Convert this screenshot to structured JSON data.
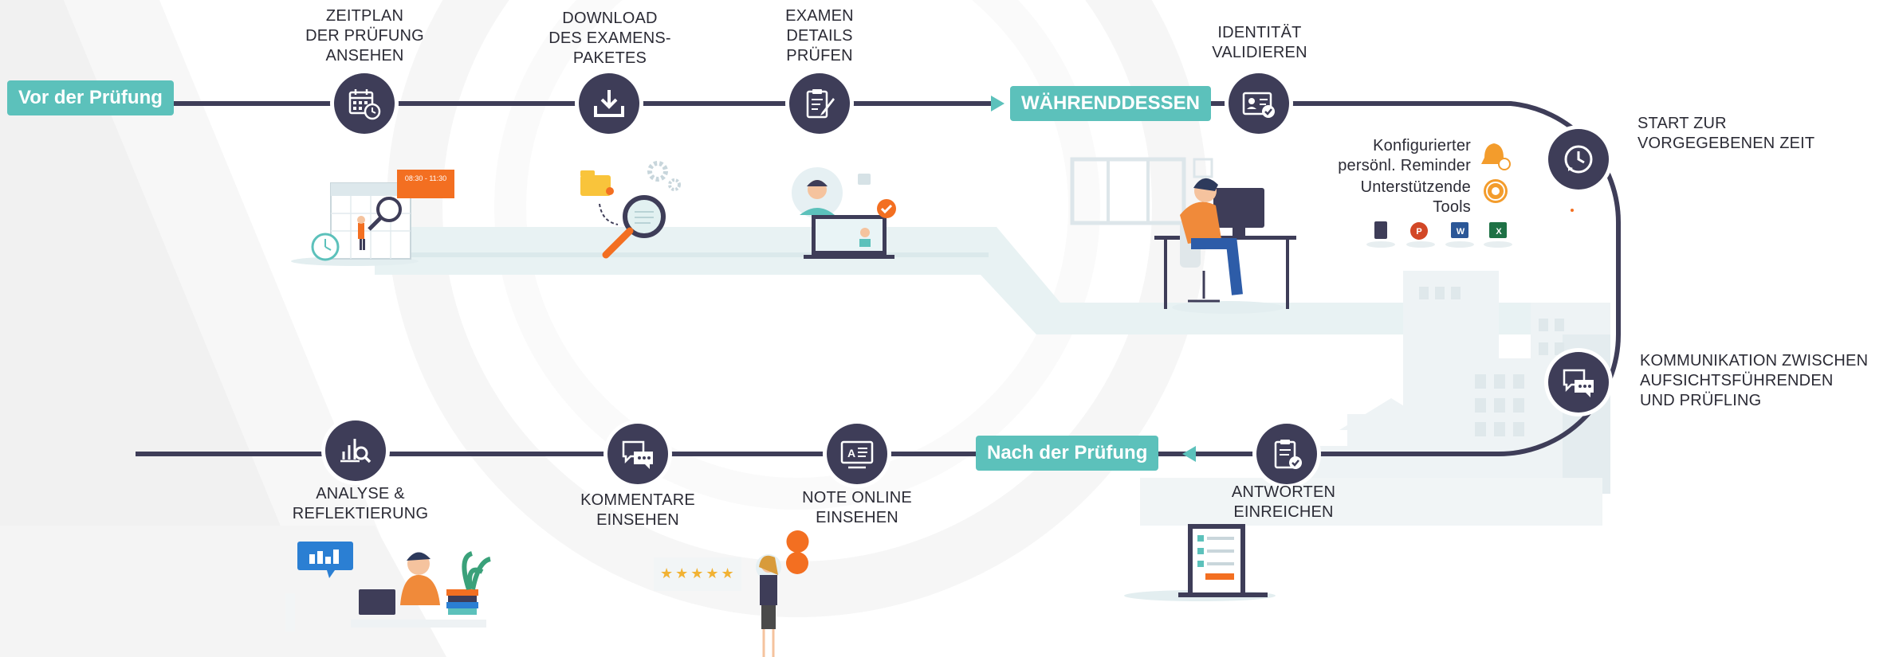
{
  "phases": {
    "before": "Vor der Prüfung",
    "during": "WÄHRENDDESSEN",
    "after": "Nach der Prüfung"
  },
  "steps": {
    "schedule": [
      "ZEITPLAN",
      "DER PRÜFUNG",
      "ANSEHEN"
    ],
    "download": [
      "DOWNLOAD",
      "DES EXAMENS-",
      "PAKETES"
    ],
    "exam_details": [
      "EXAMEN",
      "DETAILS",
      "PRÜFEN"
    ],
    "identity": [
      "IDENTITÄT",
      "VALIDIEREN"
    ],
    "start": [
      "START ZUR",
      "VORGEGEBENEN ZEIT"
    ],
    "communication": [
      "KOMMUNIKATION ZWISCHEN",
      "AUFSICHTSFÜHRENDEN",
      "UND PRÜFLING"
    ],
    "submit": [
      "ANTWORTEN",
      "EINREICHEN"
    ],
    "grade": [
      "NOTE ONLINE",
      "EINSEHEN"
    ],
    "comments": [
      "KOMMENTARE",
      "EINSEHEN"
    ],
    "analysis": [
      "ANALYSE &",
      "REFLEKTIERUNG"
    ]
  },
  "features": {
    "reminder": [
      "Konfigurierter",
      "persönl. Reminder"
    ],
    "tools": [
      "Unterstützende",
      "Tools"
    ]
  },
  "calendar_time": "08:30 - 11:30",
  "colors": {
    "teal": "#5cc1bb",
    "navy": "#3e3d58",
    "orange": "#f36f21",
    "line": "#3e3d58"
  },
  "icons": {
    "schedule": "calendar-clock-icon",
    "download": "download-icon",
    "exam_details": "clipboard-pen-icon",
    "identity": "id-card-check-icon",
    "start": "clock-play-icon",
    "communication": "chat-bubbles-icon",
    "submit": "clipboard-check-icon",
    "grade": "grade-document-icon",
    "comments": "comment-bubbles-icon",
    "analysis": "chart-magnifier-icon"
  }
}
